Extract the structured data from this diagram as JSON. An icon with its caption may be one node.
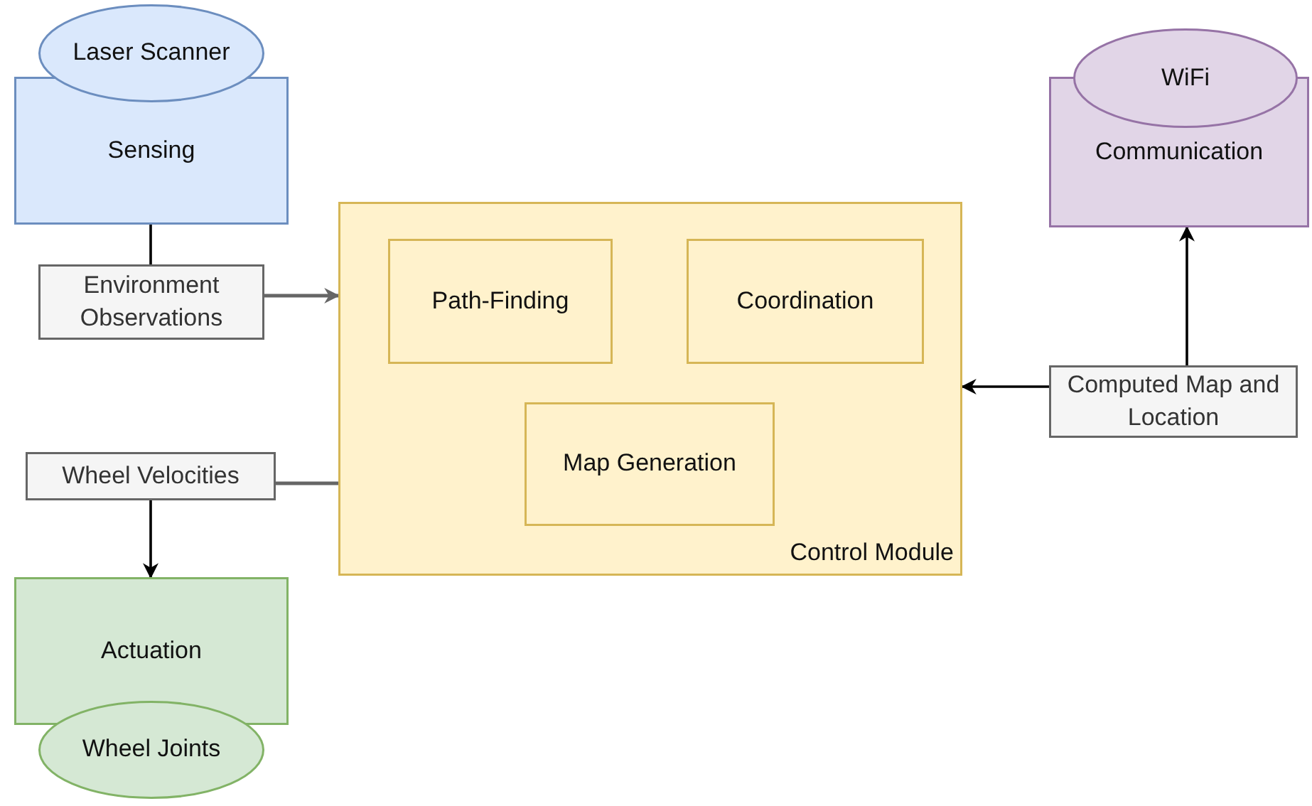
{
  "diagram": {
    "nodes": [
      {
        "text": [
          "Sensing"
        ]
      },
      {
        "text": [
          "Laser Scanner"
        ]
      },
      {
        "text": [
          "Communication"
        ]
      },
      {
        "text": [
          "WiFi"
        ]
      },
      {
        "text": [
          "Control Module"
        ]
      },
      {
        "text": [
          "Path-Finding"
        ],
        "in": 4
      },
      {
        "text": [
          "Coordination"
        ],
        "in": 4
      },
      {
        "text": [
          "Map Generation"
        ],
        "in": 4
      },
      {
        "text": [
          "Environment Observations"
        ]
      },
      {
        "text": [
          "Wheel Velocities"
        ]
      },
      {
        "text": [
          "Computed Map and Location"
        ]
      },
      {
        "text": [
          "Actuation"
        ]
      },
      {
        "text": [
          "Wheel Joints"
        ]
      }
    ],
    "edges": [
      {
        "from": 0,
        "to": 8,
        "arrow": "none"
      },
      {
        "from": 8,
        "to": 4,
        "arrow": "to",
        "color": "#666666"
      },
      {
        "from": 4,
        "to": 9,
        "arrow": "none",
        "color": "#666666"
      },
      {
        "from": 9,
        "to": 11,
        "arrow": "to"
      },
      {
        "from": 10,
        "to": 4,
        "arrow": "to"
      },
      {
        "from": 10,
        "to": 2,
        "arrow": "to"
      }
    ]
  }
}
